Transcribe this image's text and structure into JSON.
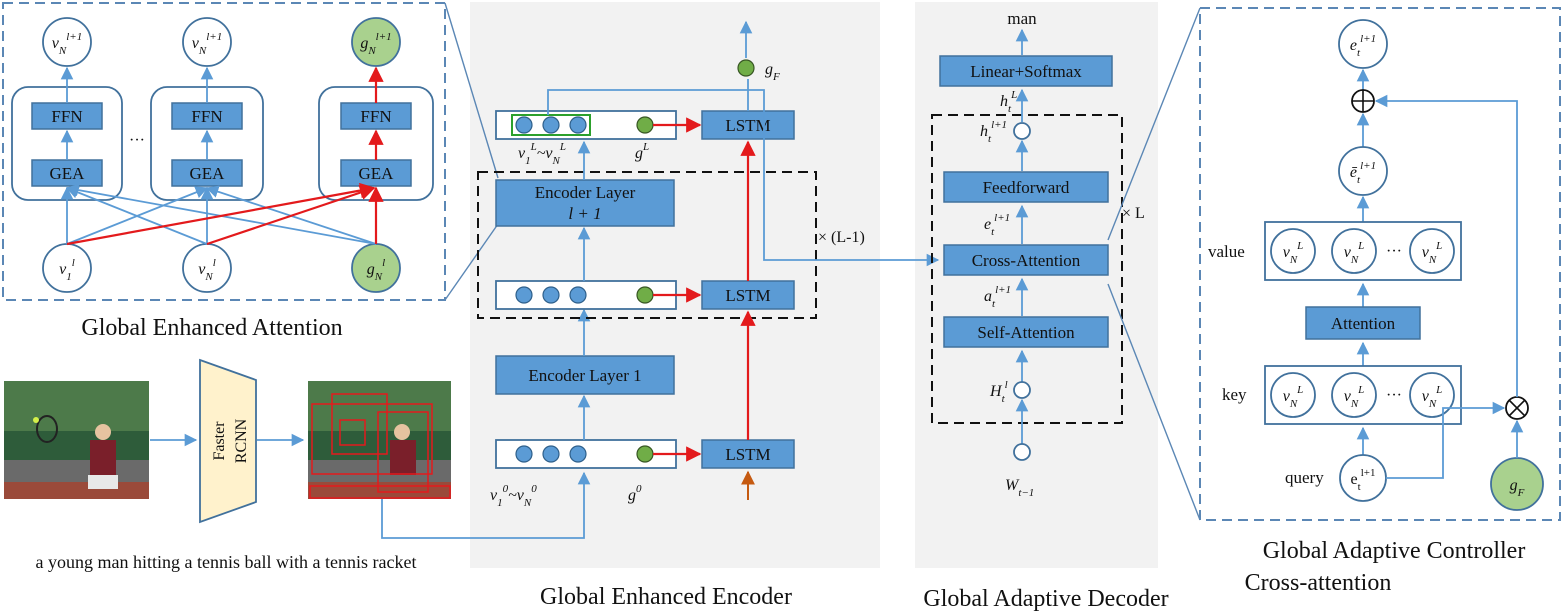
{
  "captions": {
    "gea_panel": "Global Enhanced Attention",
    "encoder": "Global Enhanced Encoder",
    "decoder": "Global Adaptive Decoder",
    "controller_line1": "Global Adaptive Controller",
    "controller_line2": "Cross-attention",
    "image_caption": "a young man hitting a tennis ball with a tennis racket"
  },
  "gea": {
    "ffn": "FFN",
    "gea": "GEA",
    "ellipsis": "···",
    "out1": "v",
    "out_sup": "l+1",
    "out_sub": "N",
    "out3": "g",
    "in1": "v",
    "in1_sup": "l",
    "in1_sub": "1",
    "in2": "v",
    "in2_sup": "l",
    "in2_sub": "N",
    "in3": "g",
    "in3_sup": "l",
    "in3_sub": "N"
  },
  "detector": {
    "line1": "Faster",
    "line2": "RCNN"
  },
  "encoder": {
    "layer_top_line1": "Encoder Layer",
    "layer_top_line2": "l + 1",
    "layer_bottom": "Encoder Layer 1",
    "lstm": "LSTM",
    "repeat": "× (L-1)",
    "gF": "g",
    "gF_sub": "F",
    "vL": "v",
    "vL_sup": "L",
    "vL_sub1": "1",
    "tilde": "~",
    "vL_sub2": "N",
    "gL": "g",
    "gL_sup": "L",
    "v0_sup": "0",
    "g0": "g",
    "g0_sup": "0"
  },
  "decoder": {
    "out_word": "man",
    "linear_softmax": "Linear+Softmax",
    "feedforward": "Feedforward",
    "cross_attention": "Cross-Attention",
    "self_attention": "Self-Attention",
    "repeat": "× L",
    "hL": "h",
    "hL_sup": "L",
    "hL_sub": "t",
    "h_next": "h",
    "h_next_sup": "l+1",
    "h_next_sub": "t",
    "e_next": "e",
    "e_next_sup": "l+1",
    "e_next_sub": "t",
    "a_next": "a",
    "a_next_sup": "l+1",
    "a_next_sub": "t",
    "H": "H",
    "H_sup": "l",
    "H_sub": "t",
    "W": "W",
    "W_sub": "t−1"
  },
  "controller": {
    "e_out": "e",
    "e_out_sup": "l+1",
    "e_out_sub": "t",
    "ebar": "ē",
    "ebar_sup": "l+1",
    "ebar_sub": "t",
    "value": "value",
    "key": "key",
    "query": "query",
    "attention": "Attention",
    "v": "v",
    "v_sup": "L",
    "v_sub": "N",
    "ellipsis": "···",
    "q": "e",
    "q_sup": "l+1",
    "q_sub": "t",
    "gF": "g",
    "gF_sub": "F"
  }
}
